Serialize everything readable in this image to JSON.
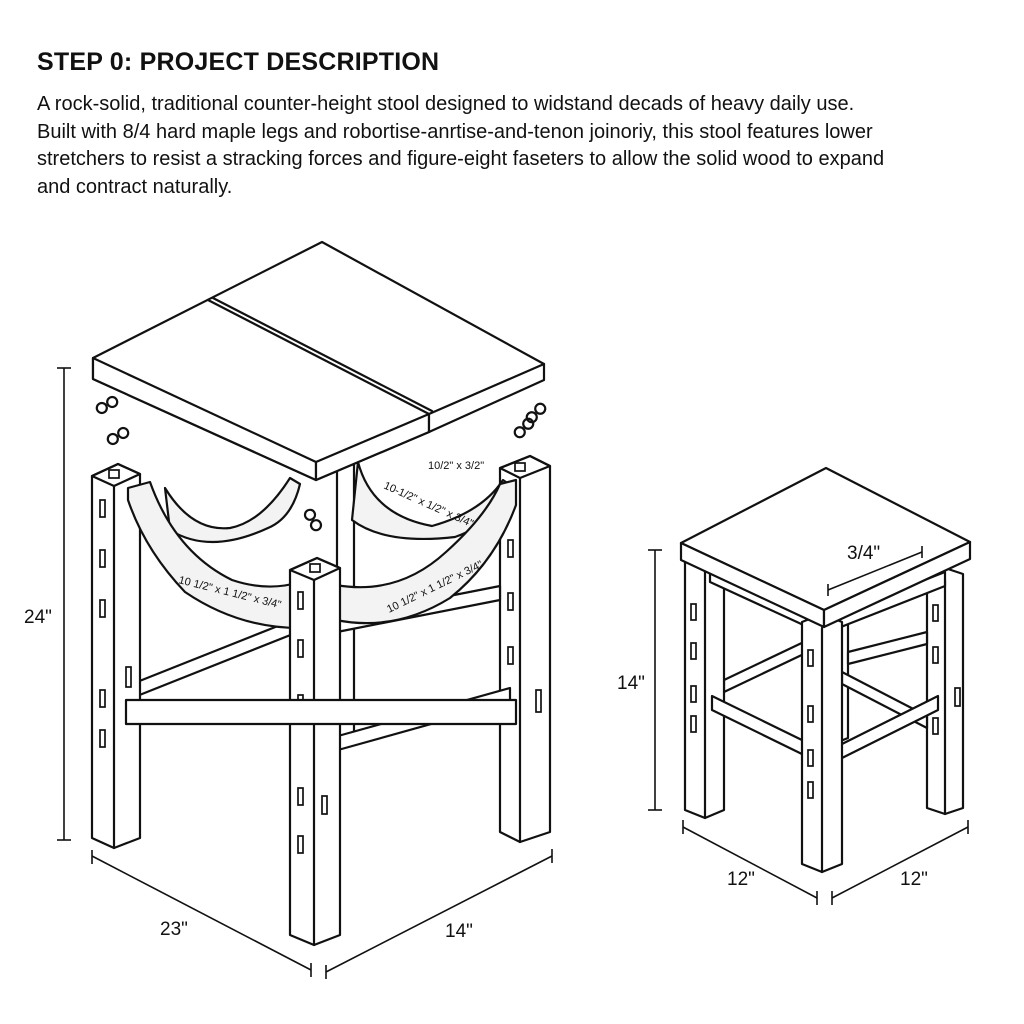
{
  "header": {
    "title": "STEP 0: PROJECT DESCRIPTION",
    "description_lines": [
      "A rock-solid, traditional counter-height stool designed to widstand decads of heavy daily use.",
      "Built with 8/4 hard maple legs and robortise-anrtise-and-tenon joinoriy, this stool features lower",
      "stretchers to resist a stracking forces and figure-eight faseters to allow the solid wood to expand",
      "and contract naturally."
    ]
  },
  "large_stool": {
    "height_label": "24\"",
    "depth_label": "23\"",
    "width_label": "14\"",
    "apron_labels": [
      "10/2\" x 3/2\"",
      "10-1/2\" x 1/2\" x 3/4\"",
      "10 1/2\" x 1 1/2\" x 3/4\"",
      "10 1/2\" x 1 1/2\" x 3/4\""
    ]
  },
  "small_stool": {
    "top_label": "3/4\"",
    "height_label": "14\"",
    "depth_label": "12\"",
    "width_label": "12\""
  }
}
